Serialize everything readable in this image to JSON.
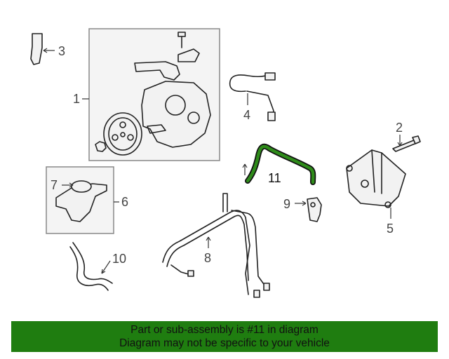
{
  "callouts": {
    "c1": "1",
    "c2": "2",
    "c3": "3",
    "c4": "4",
    "c5": "5",
    "c6": "6",
    "c7": "7",
    "c8": "8",
    "c9": "9",
    "c10": "10",
    "c11": "11"
  },
  "banner": {
    "line1": "Part or sub-assembly is #11 in diagram",
    "line2": "Diagram may not be specific to your vehicle"
  },
  "colors": {
    "highlight": "#1f7d10",
    "highlight_part": "#2e8b1a",
    "banner_bg": "#1f7d10"
  },
  "icons": {
    "highlighted_part": "return-hose-icon"
  }
}
